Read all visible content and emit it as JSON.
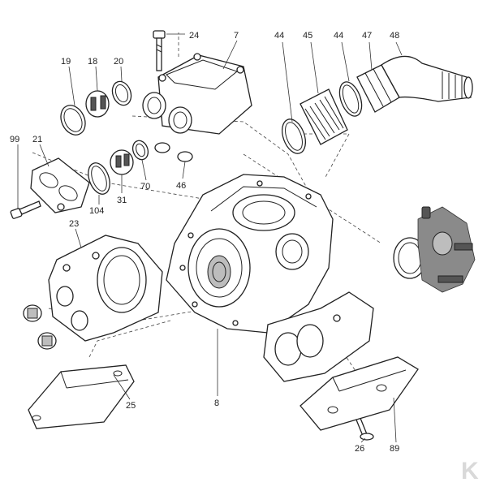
{
  "diagram": {
    "part_labels": [
      "24",
      "7",
      "44",
      "45",
      "44",
      "47",
      "48",
      "19",
      "18",
      "20",
      "99",
      "21",
      "31",
      "70",
      "46",
      "104",
      "23",
      "25",
      "8",
      "26",
      "89"
    ],
    "watermark": "K"
  }
}
